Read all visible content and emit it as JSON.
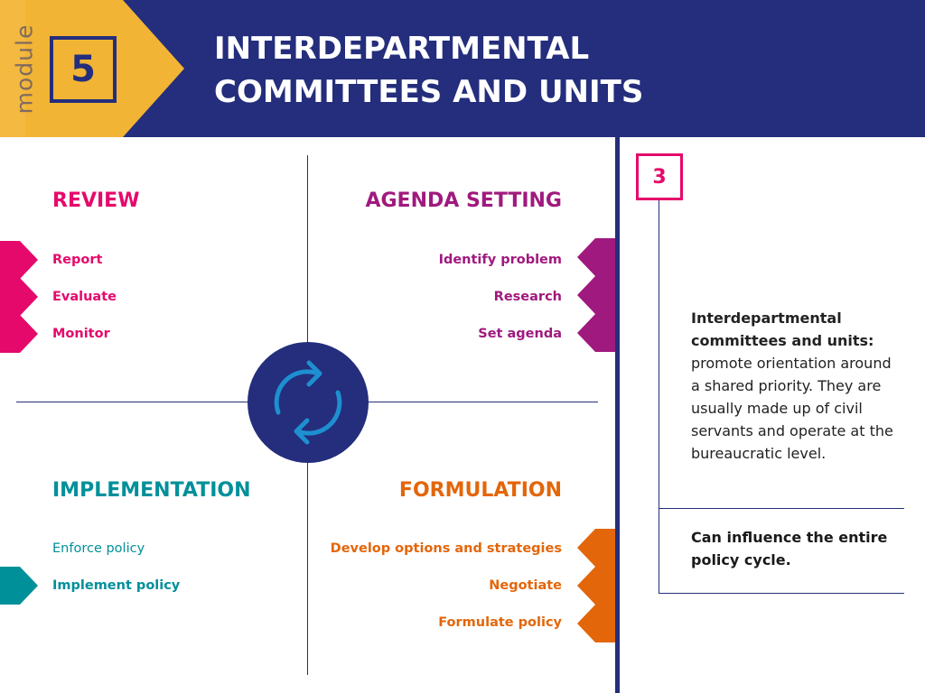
{
  "header": {
    "module_word": "module",
    "module_number": "5",
    "title_line1": "INTERDEPARTMENTAL",
    "title_line2": "COMMITTEES AND UNITS"
  },
  "colors": {
    "navy": "#242e7c",
    "gold": "#f1b434",
    "review": "#e5096b",
    "agenda": "#a0197e",
    "implementation": "#00909a",
    "formulation": "#e3660a"
  },
  "cycle": {
    "icon": "refresh-cycle-icon",
    "review": {
      "heading": "REVIEW",
      "items": [
        "Report",
        "Evaluate",
        "Monitor"
      ]
    },
    "agenda": {
      "heading": "AGENDA SETTING",
      "items": [
        "Identify problem",
        "Research",
        "Set agenda"
      ]
    },
    "implementation": {
      "heading": "IMPLEMENTATION",
      "items": [
        "Enforce policy",
        "Implement policy"
      ]
    },
    "formulation": {
      "heading": "FORMULATION",
      "items": [
        "Develop options and strategies",
        "Negotiate",
        "Formulate policy"
      ]
    }
  },
  "panel": {
    "step": "3",
    "lead": "Interdepartmental committees and units:",
    "body": " promote orientation around a shared priority. They are usually made up of civil servants and operate at the bureaucratic level.",
    "note": "Can influence the entire policy cycle."
  }
}
